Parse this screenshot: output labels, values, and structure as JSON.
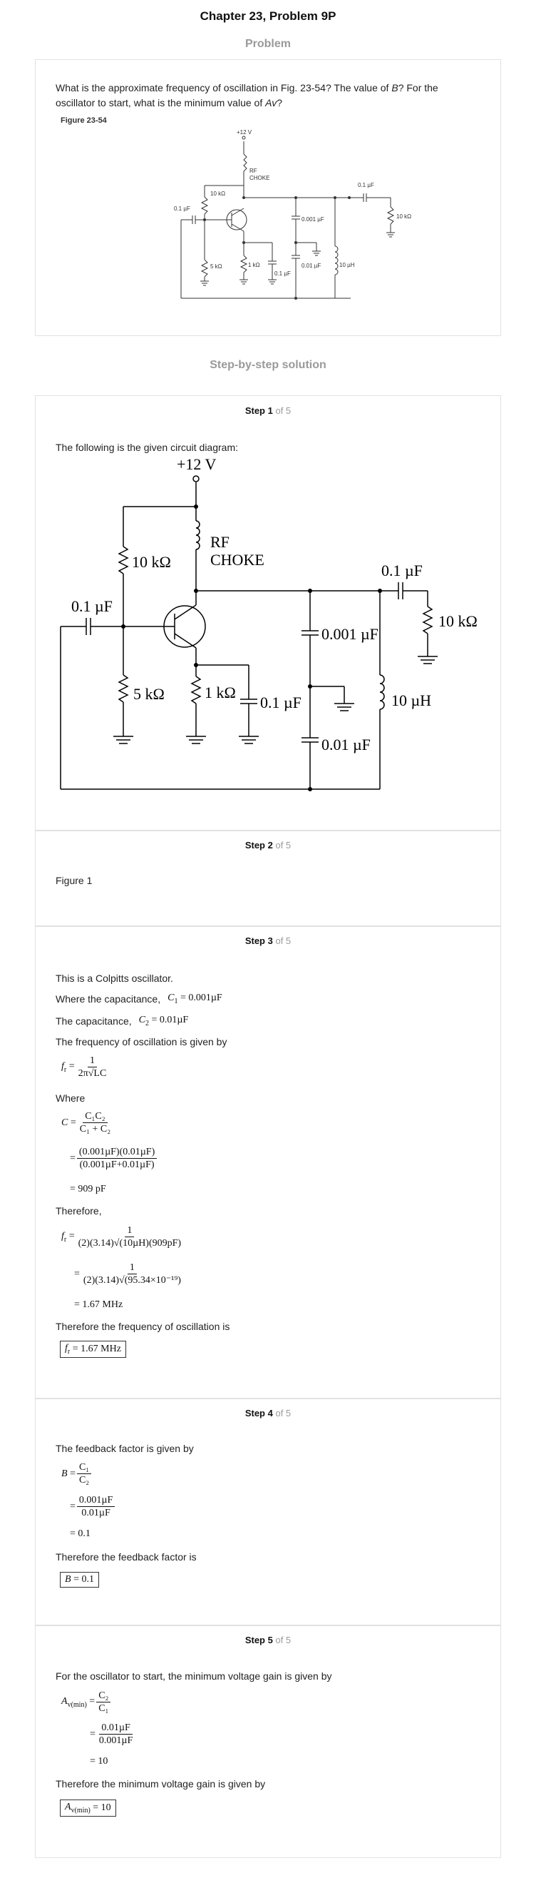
{
  "page_title": "Chapter 23, Problem 9P",
  "problem_heading": "Problem",
  "problem_text_1": "What is the approximate frequency of oscillation in Fig. 23-54? The value of ",
  "problem_var_b": "B",
  "problem_text_2": "? For the",
  "problem_text_3": "oscillator to start, what is the minimum value of ",
  "problem_var_av": "Av",
  "problem_text_4": "?",
  "figure_label": "Figure 23-54",
  "solution_heading": "Step-by-step solution",
  "circuit_small": {
    "supply": "+12 V",
    "choke_1": "RF",
    "choke_2": "CHOKE",
    "r1": "10 kΩ",
    "c_in": "0.1 µF",
    "r2": "5 kΩ",
    "re": "1 kΩ",
    "ce": "0.1 µF",
    "c1": "0.001 µF",
    "c2": "0.01 µF",
    "l": "10 µH",
    "c_out": "0.1 µF",
    "rl": "10 kΩ"
  },
  "circuit_large": {
    "supply": "+12 V",
    "choke_1": "RF",
    "choke_2": "CHOKE",
    "r1": "10 kΩ",
    "c_in": "0.1 µF",
    "r2": "5 kΩ",
    "re": "1 kΩ",
    "ce": "0.1 µF",
    "c1": "0.001 µF",
    "c2": "0.01 µF",
    "l": "10 µH",
    "c_out": "0.1 µF",
    "rl": "10 kΩ"
  },
  "steps": [
    {
      "label": "Step 1",
      "of": "of 5",
      "text": "The following is the given circuit diagram:"
    },
    {
      "label": "Step 2",
      "of": "of 5",
      "text": "Figure 1"
    },
    {
      "label": "Step 3",
      "of": "of 5",
      "t1": "This is a Colpitts oscillator.",
      "t2": "Where the capacitance,",
      "c1_eq": "= 0.001µF",
      "t3": "The capacitance,",
      "c2_eq": "= 0.01µF",
      "t4": "The frequency of oscillation is given by",
      "t5": "Where",
      "fr_num": "1",
      "fr_den": "2π√LC",
      "c_num": "C₁C₂",
      "c_den": "C₁ + C₂",
      "c_num2": "(0.001µF)(0.01µF)",
      "c_den2": "(0.001µF+0.01µF)",
      "c_res": "= 909 pF",
      "t6": "Therefore,",
      "f_den1": "(2)(3.14)√(10µH)(909pF)",
      "f_den2": "(2)(3.14)√(95.34×10⁻¹⁹)",
      "f_res": "= 1.67 MHz",
      "t7": "Therefore the frequency of oscillation is",
      "answer": "= 1.67 MHz"
    },
    {
      "label": "Step 4",
      "of": "of 5",
      "t1": "The feedback factor is given by",
      "num1": "C₁",
      "den1": "C₂",
      "num2": "0.001µF",
      "den2": "0.01µF",
      "res": "= 0.1",
      "t2": "Therefore the feedback factor is",
      "answer": "= 0.1"
    },
    {
      "label": "Step 5",
      "of": "of 5",
      "t1": "For the oscillator to start, the minimum voltage gain is given by",
      "num1": "C₂",
      "den1": "C₁",
      "num2": "0.01µF",
      "den2": "0.001µF",
      "res": "= 10",
      "t2": "Therefore the minimum voltage gain is given by",
      "answer": "= 10"
    }
  ]
}
